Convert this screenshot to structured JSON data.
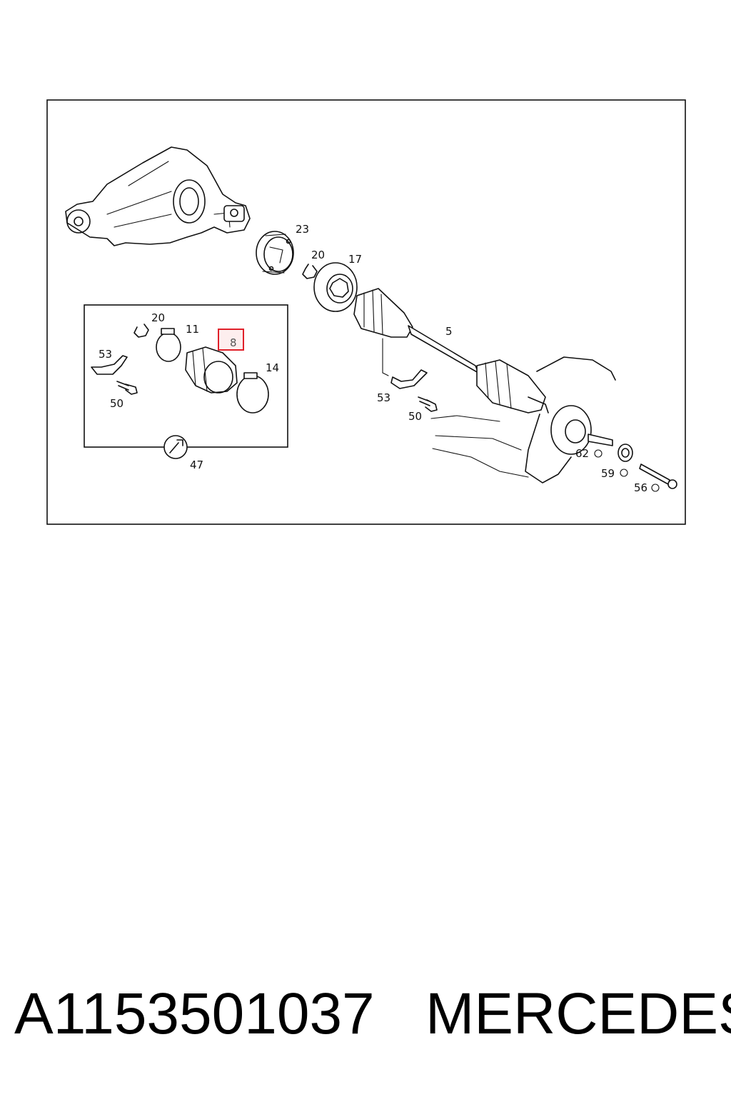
{
  "diagram": {
    "callouts": {
      "c23": "23",
      "c20_main": "20",
      "c17": "17",
      "c5": "5",
      "c53_main": "53",
      "c50_main": "50",
      "c62": "62",
      "c59": "59",
      "c56": "56",
      "c20_inset": "20",
      "c11": "11",
      "c8": "8",
      "c53_inset": "53",
      "c14": "14",
      "c50_inset": "50",
      "c47": "47"
    },
    "highlight_color": "#e0202a"
  },
  "footer": {
    "part_number": "A1153501037",
    "brand": "MERCEDES"
  }
}
